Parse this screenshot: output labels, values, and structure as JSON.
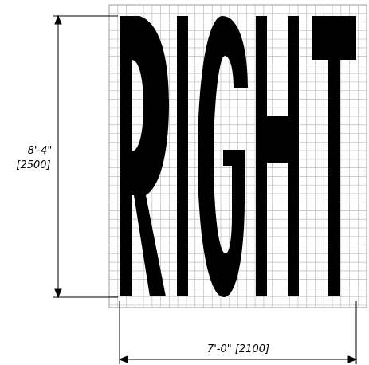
{
  "word": "RIGHT",
  "letters": [
    "R",
    "I",
    "G",
    "H",
    "T"
  ],
  "dimensions": {
    "height_imperial": "8'-4\"",
    "height_metric": "[2500]",
    "width_label": "7'-0\"  [2100]"
  },
  "colors": {
    "background": "#ffffff",
    "grid": "#bdbdbd",
    "letter_fill": "#000000",
    "dimension_line": "#000000"
  }
}
